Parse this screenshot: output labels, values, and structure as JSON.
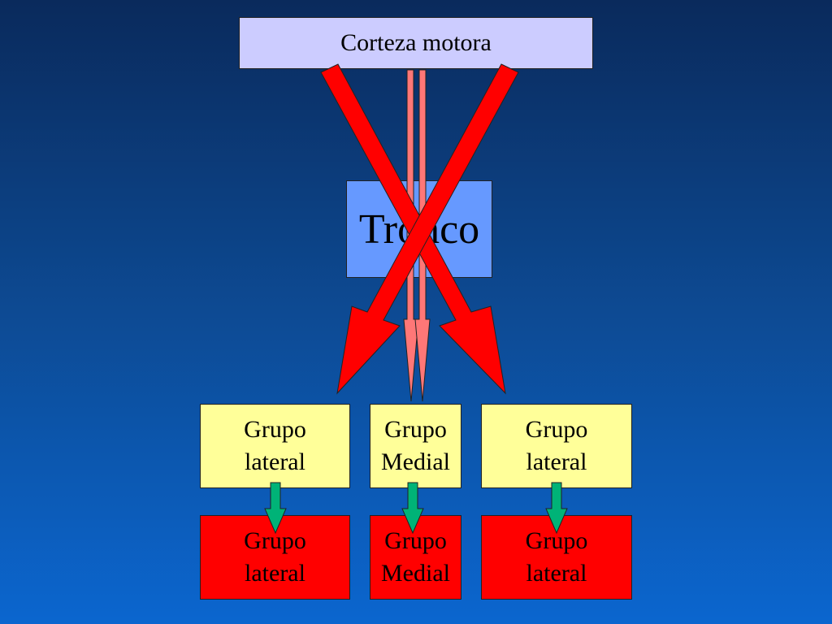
{
  "diagram": {
    "top_box": {
      "label": "Corteza motora",
      "color": "#ccccff"
    },
    "middle_box": {
      "label": "Tronco",
      "color": "#6699ff"
    },
    "target_row": [
      {
        "line1": "Grupo",
        "line2": "lateral",
        "color": "#ffff99"
      },
      {
        "line1": "Grupo",
        "line2": "Medial",
        "color": "#ffff99"
      },
      {
        "line1": "Grupo",
        "line2": "lateral",
        "color": "#ffff99"
      }
    ],
    "bottom_row": [
      {
        "line1": "Grupo",
        "line2": "lateral",
        "color": "#ff0000"
      },
      {
        "line1": "Grupo",
        "line2": "Medial",
        "color": "#ff0000"
      },
      {
        "line1": "Grupo",
        "line2": "lateral",
        "color": "#ff0000"
      }
    ],
    "arrow_colors": {
      "crossed": "#ff0000",
      "medial": "#ff7777",
      "small": "#00b377"
    }
  }
}
